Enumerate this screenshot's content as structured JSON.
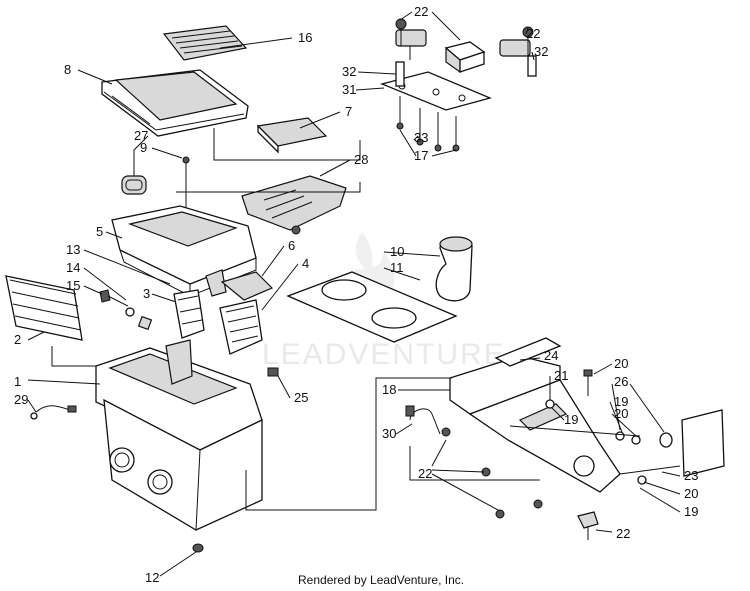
{
  "watermark": "LEADVENTURE",
  "footer": "Rendered by LeadVenture, Inc.",
  "callouts": [
    "1",
    "2",
    "3",
    "4",
    "5",
    "6",
    "7",
    "8",
    "9",
    "10",
    "11",
    "12",
    "13",
    "14",
    "15",
    "16",
    "17",
    "18",
    "19",
    "19",
    "19",
    "20",
    "20",
    "20",
    "21",
    "22",
    "22",
    "22",
    "22",
    "23",
    "24",
    "25",
    "26",
    "27",
    "28",
    "29",
    "30",
    "31",
    "32",
    "32",
    "33"
  ]
}
